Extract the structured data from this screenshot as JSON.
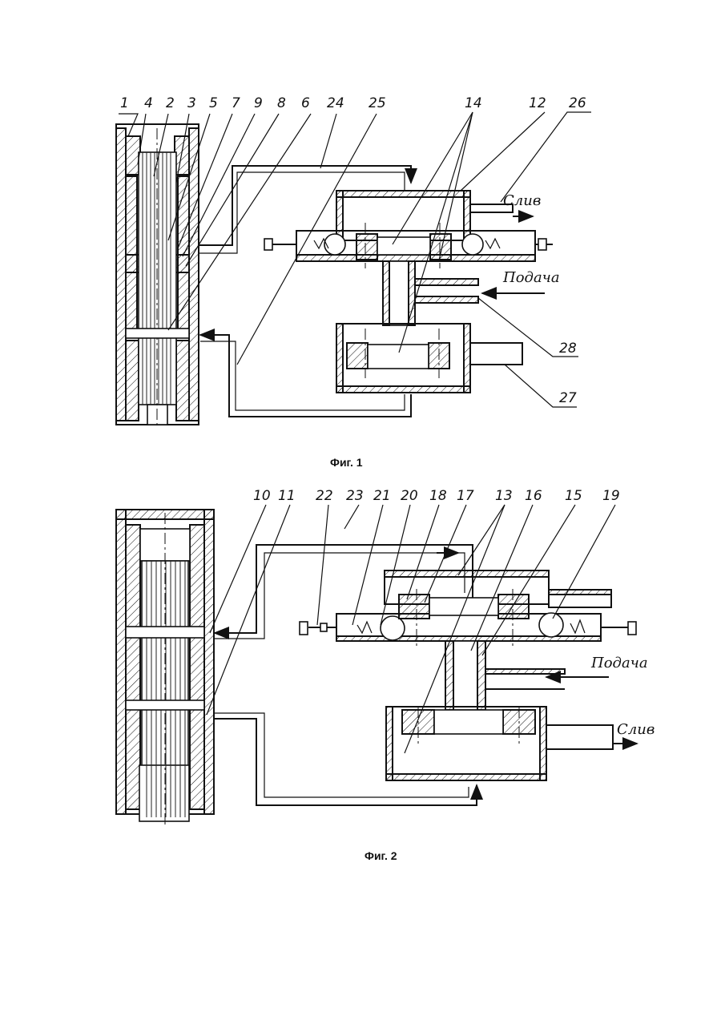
{
  "figure1": {
    "caption": "Фиг. 1",
    "labels": [
      "1",
      "4",
      "2",
      "3",
      "5",
      "7",
      "9",
      "8",
      "6",
      "24",
      "25",
      "14",
      "12",
      "26",
      "28",
      "27"
    ],
    "drain_label": "Слив",
    "supply_label": "Подача"
  },
  "figure2": {
    "caption": "Фиг. 2",
    "labels": [
      "10",
      "11",
      "22",
      "23",
      "21",
      "20",
      "18",
      "17",
      "13",
      "16",
      "15",
      "19"
    ],
    "drain_label": "Слив",
    "supply_label": "Подача"
  }
}
